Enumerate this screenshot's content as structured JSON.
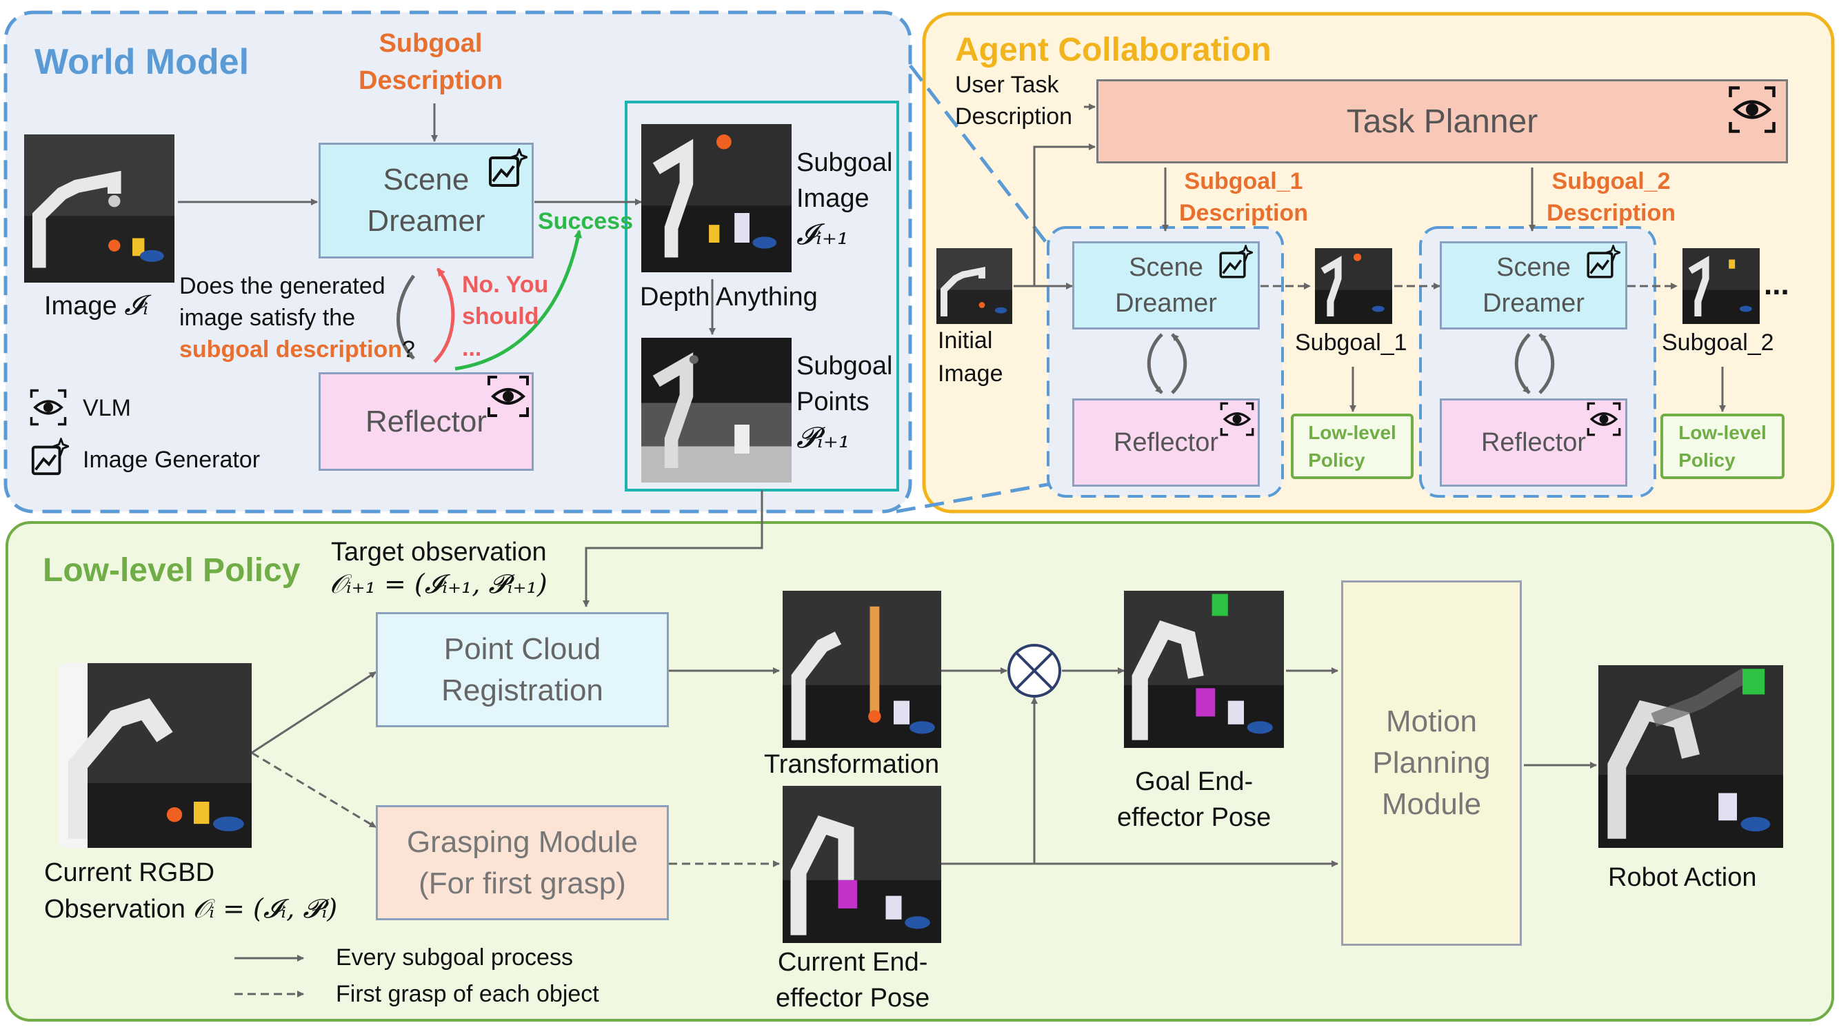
{
  "colors": {
    "world_model_bg": "#e9eef7",
    "world_model_border": "#5b9bd5",
    "agent_bg": "#fff5df",
    "agent_border": "#f2b41c",
    "policy_bg": "#f0f8e2",
    "policy_border": "#70ad47",
    "scene_dreamer": "#cdf1f8",
    "reflector": "#fbd8f1",
    "task_planner": "#f8c9b8",
    "point_cloud": "#e3f6fb",
    "grasping": "#fbe4d6",
    "motion": "#f8f6d9",
    "orange": "#e96f2e",
    "red": "#f05c5c",
    "green": "#2db84a",
    "title_blue": "#5b9bd5",
    "title_yellow": "#f2b41c",
    "title_green": "#70ad47"
  },
  "world_model": {
    "title": "World Model",
    "subgoal_description": "Subgoal\nDescription",
    "image_label": "Image",
    "image_symbol": "𝓘ᵢ",
    "scene_dreamer": "Scene\nDreamer",
    "reflector": "Reflector",
    "question_part1": "Does the generated\nimage satisfy the",
    "question_part2": "subgoal description",
    "question_end": "?",
    "no_feedback": "No. You\nshould\n...",
    "success": "Success",
    "depth_anything": "Depth Anything",
    "subgoal_image": "Subgoal\nImage",
    "subgoal_image_symbol": "𝓘ᵢ₊₁",
    "subgoal_points": "Subgoal\nPoints",
    "subgoal_points_symbol": "𝓟ᵢ₊₁",
    "legend_vlm": "VLM",
    "legend_image_generator": "Image Generator",
    "icons": [
      "eye-icon",
      "image-generator-icon"
    ]
  },
  "agent": {
    "title": "Agent Collaboration",
    "user_task": "User Task\nDescription",
    "task_planner": "Task Planner",
    "subgoal_1_desc": "Subgoal_1\nDescription",
    "subgoal_2_desc": "Subgoal_2\nDescription",
    "initial_image": "Initial\nImage",
    "scene_dreamer": "Scene\nDreamer",
    "reflector": "Reflector",
    "subgoal_1": "Subgoal_1",
    "subgoal_2": "Subgoal_2",
    "low_level_policy": "Low-level\nPolicy",
    "ellipsis": "..."
  },
  "policy": {
    "title": "Low-level Policy",
    "target_observation": "Target observation",
    "target_formula": "𝒪ᵢ₊₁ = (𝓘ᵢ₊₁, 𝓟ᵢ₊₁)",
    "point_cloud": "Point Cloud\nRegistration",
    "grasping": "Grasping Module\n(For first grasp)",
    "transformation": "Transformation",
    "goal_pose": "Goal End-\neffector Pose",
    "current_pose": "Current End-\neffector Pose",
    "motion_planning": "Motion\nPlanning\nModule",
    "robot_action": "Robot Action",
    "current_rgbd": "Current RGBD",
    "observation_label": "Observation",
    "observation_formula": "𝒪ᵢ = (𝓘ᵢ, 𝓟ᵢ)",
    "legend_solid": "Every subgoal process",
    "legend_dashed": "First grasp of each object",
    "operator": "⊗"
  }
}
